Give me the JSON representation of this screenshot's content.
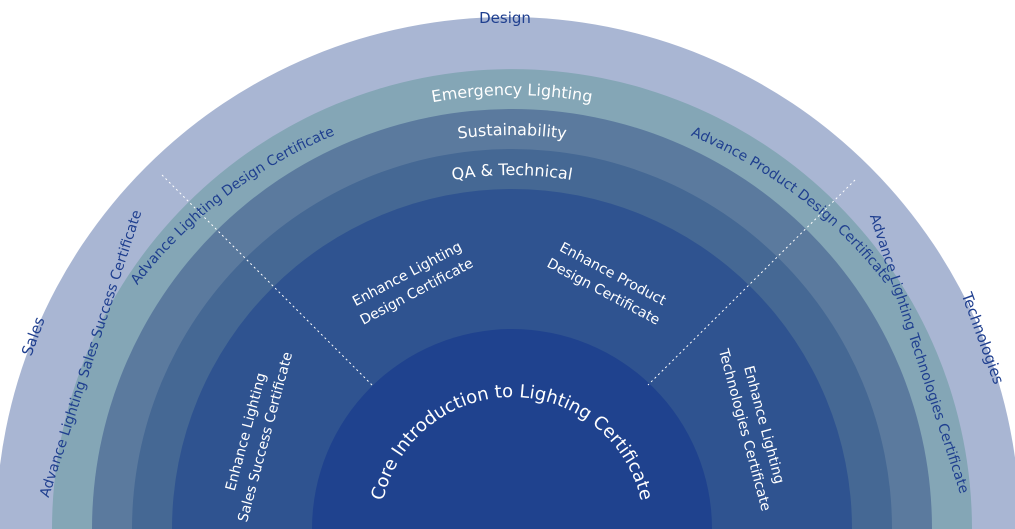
{
  "sections": {
    "left": "Sales",
    "top": "Design",
    "right": "Technologies"
  },
  "outer_ring": {
    "left": "Advance Lighting Sales Success Certificate",
    "top_left": "Advance Lighting Design Certificate",
    "top_right": "Advance Product Design Certificate",
    "right": "Advance Lighting Technologies Certificate"
  },
  "rings": {
    "emergency": "Emergency Lighting",
    "sustainability": "Sustainability",
    "qa": "QA & Technical"
  },
  "inner": {
    "sales_line1": "Enhance Lighting",
    "sales_line2": "Sales Success Certificate",
    "design_line1": "Enhance Lighting",
    "design_line2": "Design Certificate",
    "product_line1": "Enhance Product",
    "product_line2": "Design Certificate",
    "tech_line1": "Enhance Lighting",
    "tech_line2": "Technologies Certificate"
  },
  "core": "Core Introduction to Lighting Certificate",
  "colors": {
    "outer": "#a9b6d3",
    "emergency": "#84a6b6",
    "sustainability": "#5b7a9e",
    "qa": "#456894",
    "enhance": "#2f5390",
    "core": "#1f428e",
    "label_blue": "#1f3f8f"
  }
}
